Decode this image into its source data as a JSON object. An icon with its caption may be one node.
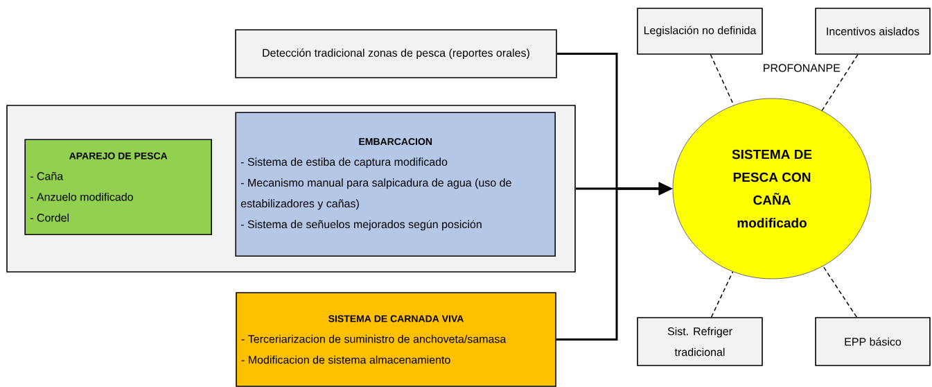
{
  "diagram": {
    "nodes": [
      {
        "text": [
          "Detección tradicional zonas de pesca (reportes orales)"
        ]
      },
      {
        "text": [],
        "shape": "box"
      },
      {
        "text": [
          "APAREJO DE PESCA",
          "- Caña",
          "- Anzuelo modificado",
          "- Cordel"
        ],
        "in": 1
      },
      {
        "text": [
          "EMBARCACION",
          "- Sistema de estiba de captura modificado",
          "- Mecanismo manual para salpicadura de agua (uso de estabilizadores y cañas)",
          "- Sistema de señuelos mejorados según posición"
        ],
        "in": 1
      },
      {
        "text": [
          "SISTEMA DE CARNADA VIVA",
          "- Terceriarizacion de suministro de anchoveta/samasa",
          "- Modificacion de sistema almacenamiento"
        ]
      },
      {
        "text": [
          "SISTEMA DE PESCA CON CAÑA modificado"
        ]
      },
      {
        "text": [
          "Legislación no definida"
        ]
      },
      {
        "text": [
          "Incentivos aislados"
        ],
        "beside": [
          "PROFONANPE"
        ]
      },
      {
        "text": [
          "Sist. Refriger tradicional"
        ]
      },
      {
        "text": [
          "EPP básico"
        ]
      }
    ],
    "edges": [
      {
        "from": 0,
        "to": 5,
        "arrow": "to"
      },
      {
        "from": 1,
        "to": 5,
        "arrow": "to"
      },
      {
        "from": 4,
        "to": 5,
        "arrow": "to"
      },
      {
        "from": 6,
        "to": 5,
        "arrow": "none",
        "style": "dashed"
      },
      {
        "from": 7,
        "to": 5,
        "arrow": "none",
        "style": "dashed"
      },
      {
        "from": 8,
        "to": 5,
        "arrow": "none",
        "style": "dashed"
      },
      {
        "from": 9,
        "to": 5,
        "arrow": "none",
        "style": "dashed"
      }
    ]
  }
}
